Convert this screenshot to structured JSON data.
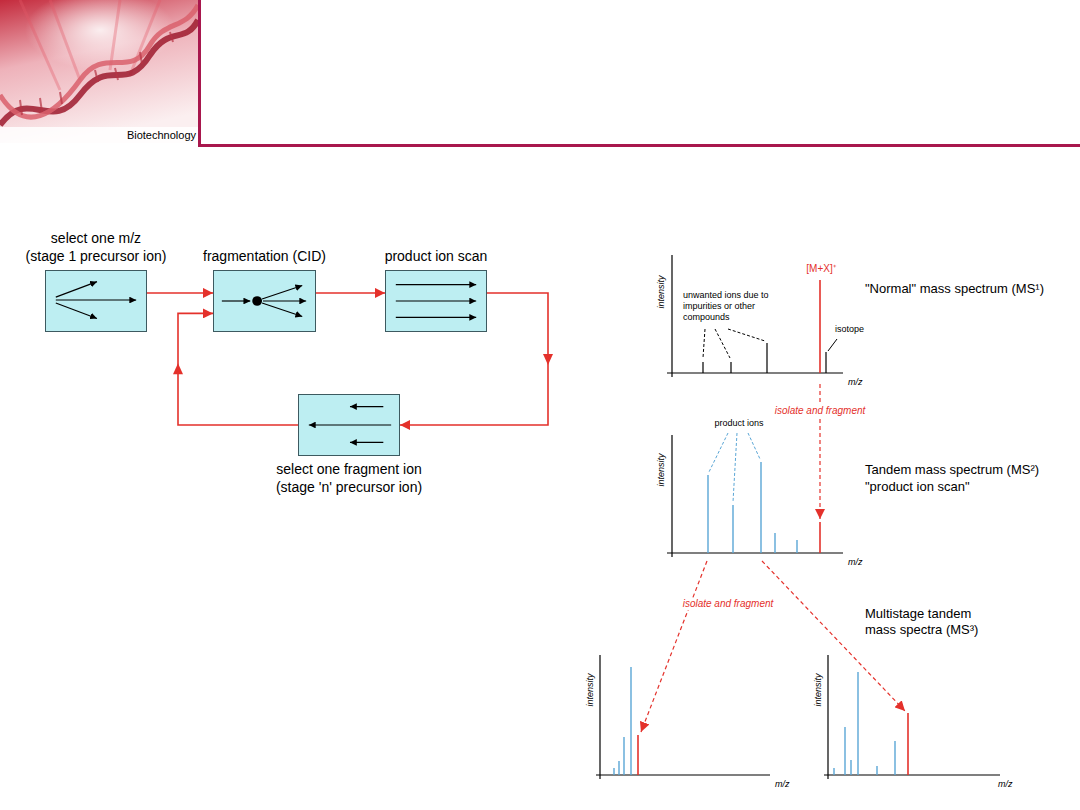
{
  "diagram": {
    "nodes": [
      {
        "text": [
          "select one m/z",
          "(stage 1 precursor ion)"
        ]
      },
      {
        "text": [
          "fragmentation (CID)"
        ]
      },
      {
        "text": [
          "product ion scan"
        ]
      },
      {
        "text": [
          "select one fragment ion",
          "(stage 'n' precursor ion)"
        ]
      }
    ],
    "edges": [
      {
        "from": 0,
        "to": 1,
        "arrow": "to"
      },
      {
        "from": 1,
        "to": 2,
        "arrow": "to"
      },
      {
        "from": 2,
        "to": 3,
        "arrow": "to"
      },
      {
        "from": 3,
        "to": 1,
        "arrow": "to"
      }
    ],
    "labels": [
      "Biotechnology",
      "intensity",
      "[M+X]⁺",
      "unwanted ions due to impurities or other compounds",
      "isotope",
      "m/z",
      "\"Normal\" mass spectrum (MS¹)",
      "isolate and fragment",
      "product ions",
      "intensity",
      "m/z",
      "Tandem mass spectrum (MS²)",
      "\"product ion scan\"",
      "isolate and fragment",
      "Multistage tandem mass spectra (MS³)",
      "intensity",
      "m/z",
      "intensity",
      "m/z"
    ]
  }
}
